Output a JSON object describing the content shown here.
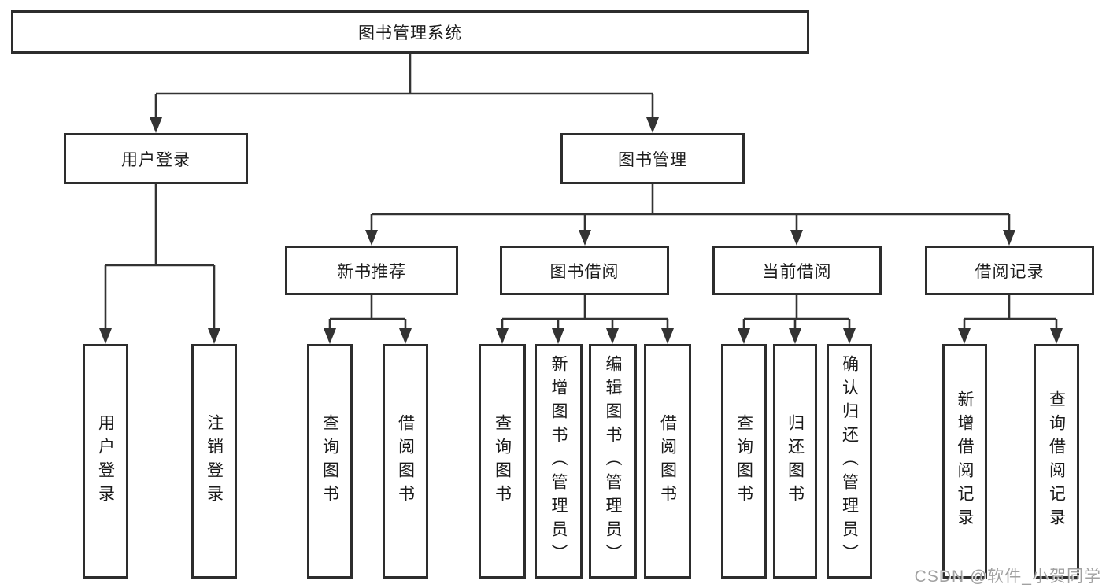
{
  "watermark": "CSDN @软件_小贺同学",
  "tree": {
    "root": {
      "label": "图书管理系统"
    },
    "branches": [
      {
        "label": "用户登录",
        "children": [
          {
            "label": "用户登录"
          },
          {
            "label": "注销登录"
          }
        ]
      },
      {
        "label": "图书管理",
        "children": [
          {
            "label": "新书推荐",
            "children": [
              {
                "label": "查询图书"
              },
              {
                "label": "借阅图书"
              }
            ]
          },
          {
            "label": "图书借阅",
            "children": [
              {
                "label": "查询图书"
              },
              {
                "label": "新增图书（管理员）"
              },
              {
                "label": "编辑图书（管理员）"
              },
              {
                "label": "借阅图书"
              }
            ]
          },
          {
            "label": "当前借阅",
            "children": [
              {
                "label": "查询图书"
              },
              {
                "label": "归还图书"
              },
              {
                "label": "确认归还（管理员）"
              }
            ]
          },
          {
            "label": "借阅记录",
            "children": [
              {
                "label": "新增借阅记录"
              },
              {
                "label": "查询借阅记录"
              }
            ]
          }
        ]
      }
    ]
  },
  "colors": {
    "line": "#333333",
    "box_border": "#2d2d2d",
    "text": "#1b1b1b",
    "background": "#ffffff",
    "watermark": "#919191"
  }
}
